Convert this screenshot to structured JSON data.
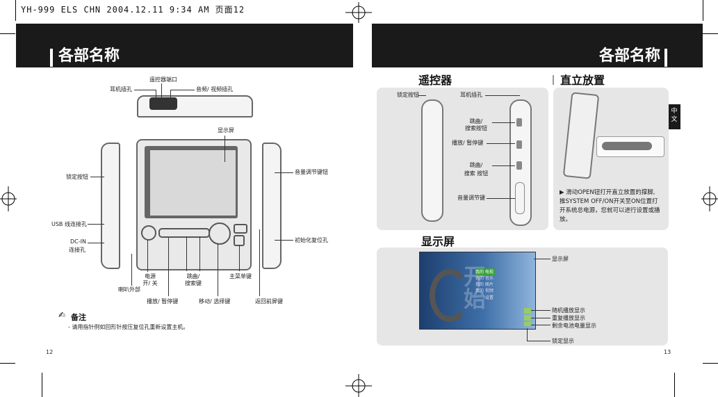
{
  "print_header": "YH-999 ELS CHN 2004.12.11 9:34 AM 页面12",
  "left_page": {
    "title": "各部名称",
    "top_labels": {
      "remote_port": "遥控器端口",
      "earphone_jack": "耳机插孔",
      "av_jack": "音频/ 视频插孔"
    },
    "display_label": "显示屏",
    "left_labels": {
      "lock_button": "锁定按钮",
      "usb_port": "USB 线连接孔",
      "dcin_1": "DC-IN",
      "dcin_2": "连接孔",
      "speaker": "喇叭外部"
    },
    "right_labels": {
      "volume": "音量调节键钮",
      "reset": "初始化复位孔"
    },
    "bottom_labels": {
      "power_1": "电源",
      "power_2": "开/ 关",
      "skip_1": "跳曲/",
      "skip_2": "搜索键",
      "main_menu": "主菜单键",
      "play_pause": "播放/ 暂停键",
      "move_select": "移动/ 选择键",
      "back": "返回前屏键"
    },
    "note": {
      "title": "备注",
      "text": "- 请用指针例如回形针按压复位孔重新设置主机。"
    },
    "page_number": "12"
  },
  "right_page": {
    "title": "各部名称",
    "language_tab": "中文",
    "remote": {
      "title": "遥控器",
      "lock_button": "锁定按钮",
      "earphone_jack": "耳机插孔",
      "skip_search_1a": "跳曲/",
      "skip_search_1b": "搜索按钮",
      "play_pause": "播放/ 暂停键",
      "skip_search_2a": "跳曲/",
      "skip_search_2b": "搜索 按钮",
      "volume": "音量调节键"
    },
    "stand": {
      "title": "直立放置",
      "desc_1": "▶ 滑动OPEN钮打开直立放置的撑脚,",
      "desc_2": "推SYSTEM OFF/ON开关至ON位置打",
      "desc_3": "开系统总电源，您就可以进行设置或播",
      "desc_4": "放。"
    },
    "display": {
      "title": "显示屏",
      "screen_text": "开始",
      "menu": [
        "我的 电视",
        "我的 音乐",
        "我的 图片",
        "我的 视频",
        "设置"
      ],
      "label_screen": "显示屏",
      "label_random": "随机播放显示",
      "label_repeat": "重复播放显示",
      "label_battery": "剩余电池电量显示",
      "label_lock": "锁定显示"
    },
    "page_number": "13"
  }
}
